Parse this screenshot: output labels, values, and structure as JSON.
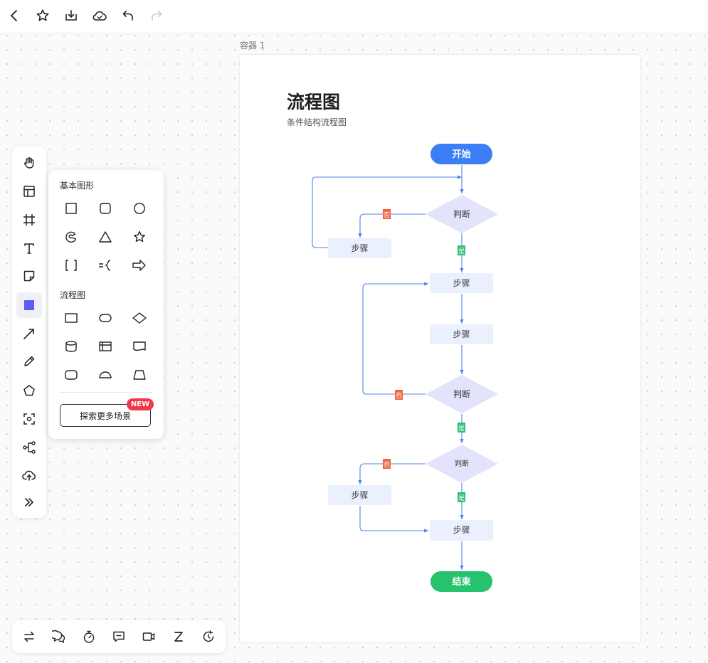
{
  "colors": {
    "accent": "#5b5bf5",
    "start_fill": "#3b7ef6",
    "end_fill": "#26c26e",
    "step_fill": "#eaf0fd",
    "decision_fill": "#e3e3fb",
    "edge": "#4d86e8",
    "no_tag": "#f0643c",
    "yes_tag": "#2dbd73"
  },
  "topbar": {
    "icons": [
      "back-icon",
      "star-icon",
      "download-icon",
      "cloud-sync-icon",
      "undo-icon",
      "redo-icon"
    ]
  },
  "canvas": {
    "container_label": "容器 1",
    "title": "流程图",
    "subtitle": "条件结构流程图"
  },
  "flow": {
    "start_label": "开始",
    "end_label": "结束",
    "decision_label": "判断",
    "step_label": "步骤",
    "yes": "是",
    "no": "否"
  },
  "left_toolbar": {
    "tools": [
      "hand-icon",
      "template-icon",
      "frame-icon",
      "text-icon",
      "sticky-note-icon",
      "shape-icon",
      "arrow-line-icon",
      "pen-icon",
      "polygon-icon",
      "scan-icon",
      "mindmap-icon",
      "upload-icon",
      "more-icon"
    ],
    "active": "shape-icon"
  },
  "shape_panel": {
    "basic_heading": "基本图形",
    "flow_heading": "流程图",
    "explore_label": "探索更多场景",
    "new_badge": "NEW"
  },
  "bottom_toolbar": {
    "tools": [
      "switch-icon",
      "comment-icon",
      "timer-icon",
      "chat-icon",
      "video-icon",
      "sleep-icon",
      "history-icon"
    ]
  }
}
